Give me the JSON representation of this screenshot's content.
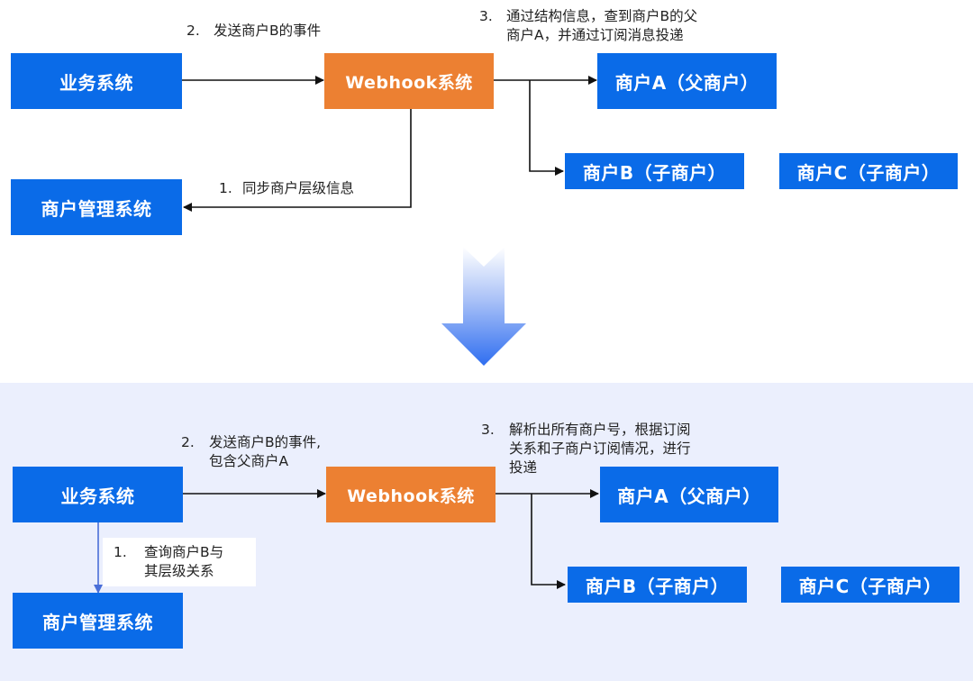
{
  "colors": {
    "system_box": "#0a6be8",
    "webhook_box": "#ec8032",
    "bottom_panel_bg": "#ebeffd",
    "arrow_gradient_top": "#ffffff",
    "arrow_gradient_bottom": "#2f6ef0"
  },
  "before": {
    "boxes": {
      "business_system": "业务系统",
      "merchant_mgmt": "商户管理系统",
      "webhook": "Webhook系统",
      "merchant_a": "商户A（父商户）",
      "merchant_b": "商户B（子商户）",
      "merchant_c": "商户C（子商户）"
    },
    "steps": [
      {
        "num": "1.",
        "text": "同步商户层级信息"
      },
      {
        "num": "2.",
        "text": "发送商户B的事件"
      },
      {
        "num": "3.",
        "text": "通过结构信息，查到商户B的父\n商户A，并通过订阅消息投递"
      }
    ]
  },
  "transition_arrow": "down-arrow",
  "after": {
    "boxes": {
      "business_system": "业务系统",
      "merchant_mgmt": "商户管理系统",
      "webhook": "Webhook系统",
      "merchant_a": "商户A（父商户）",
      "merchant_b": "商户B（子商户）",
      "merchant_c": "商户C（子商户）"
    },
    "steps": [
      {
        "num": "1.",
        "text": "查询商户B与\n其层级关系"
      },
      {
        "num": "2.",
        "text": "发送商户B的事件,\n包含父商户A"
      },
      {
        "num": "3.",
        "text": "解析出所有商户号，根据订阅\n关系和子商户订阅情况，进行\n投递"
      }
    ]
  }
}
